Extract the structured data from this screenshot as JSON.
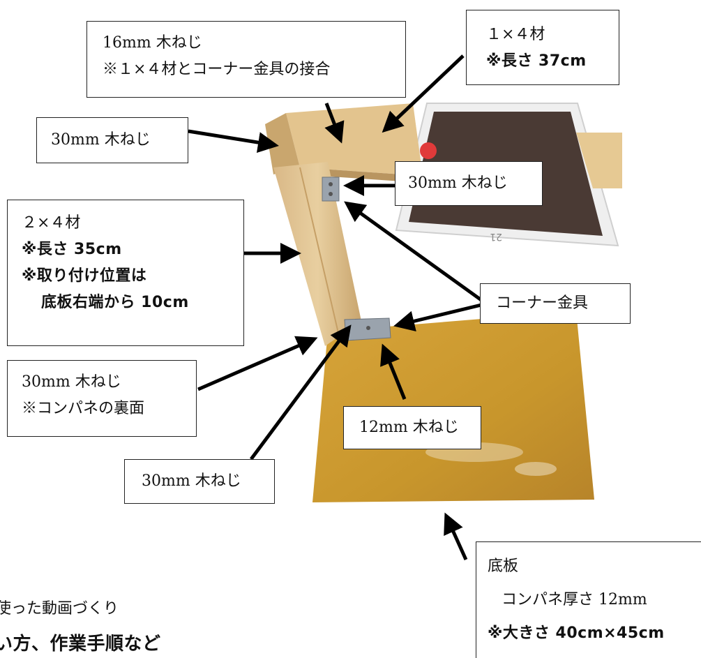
{
  "labels": {
    "screw16": {
      "line1": "16mm 木ねじ",
      "line2": "※１×４材とコーナー金具の接合"
    },
    "wood14": {
      "line1": "１×４材",
      "line2": "※長さ 37cm"
    },
    "screw30_top": "30mm 木ねじ",
    "screw30_right": "30mm 木ねじ",
    "wood24": {
      "line1": "２×４材",
      "line2": "※長さ 35cm",
      "line3": "※取り付け位置は",
      "line4": "底板右端から 10cm"
    },
    "corner": "コーナー金具",
    "screw30_back": {
      "line1": "30mm 木ねじ",
      "line2": "※コンパネの裏面"
    },
    "screw12": "12mm 木ねじ",
    "screw30_bottom": "30mm 木ねじ",
    "base": {
      "line1": "底板",
      "line2": "コンパネ厚さ 12mm",
      "line3": "※大きさ 40cm×45cm"
    }
  },
  "bottom_text": {
    "line1": "使った動画づくり",
    "line2": "い方、作業手順など"
  },
  "colors": {
    "board": "#C8962C",
    "wood_light": "#E9CFA0",
    "wood_mid": "#D7B57F",
    "bracket": "#9AA3AD",
    "tablet_frame": "#EEEEEE",
    "tablet_screen": "#4A3A34",
    "record_button": "#E03A3A"
  },
  "icons": [
    "arrow-icon"
  ]
}
